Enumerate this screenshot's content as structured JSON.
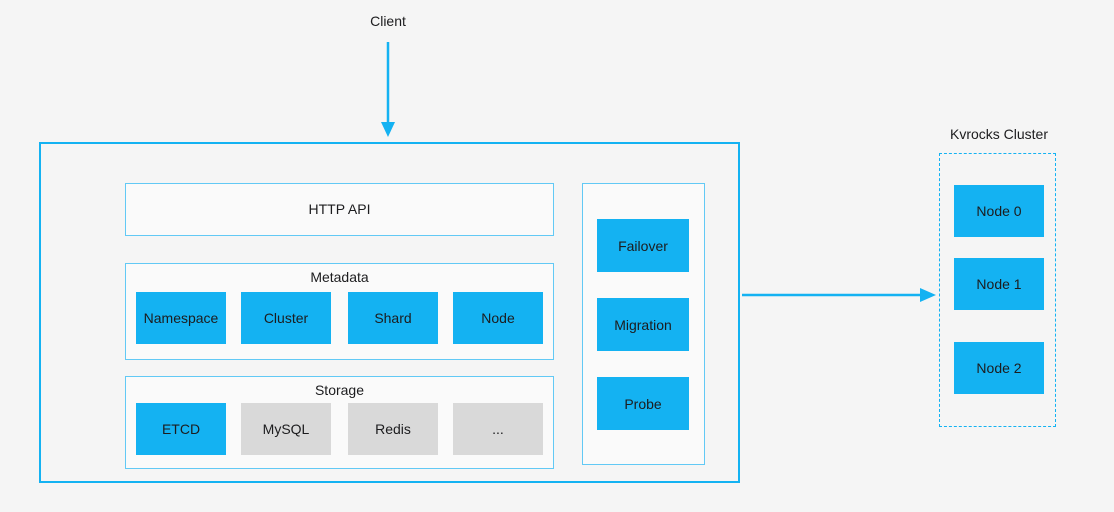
{
  "colors": {
    "background": "#f5f5f5",
    "accent_blue": "#14b2f2",
    "border_light": "#62c9f5",
    "gray_fill": "#d9d9d9",
    "text": "#1c1c1e"
  },
  "client": {
    "label": "Client"
  },
  "controller": {
    "http_api": {
      "label": "HTTP API"
    },
    "metadata": {
      "title": "Metadata",
      "items": [
        "Namespace",
        "Cluster",
        "Shard",
        "Node"
      ]
    },
    "storage": {
      "title": "Storage",
      "items": [
        "ETCD",
        "MySQL",
        "Redis",
        "..."
      ]
    },
    "operations": {
      "items": [
        "Failover",
        "Migration",
        "Probe"
      ]
    }
  },
  "kvrocks_cluster": {
    "title": "Kvrocks Cluster",
    "nodes": [
      "Node 0",
      "Node 1",
      "Node 2"
    ]
  }
}
